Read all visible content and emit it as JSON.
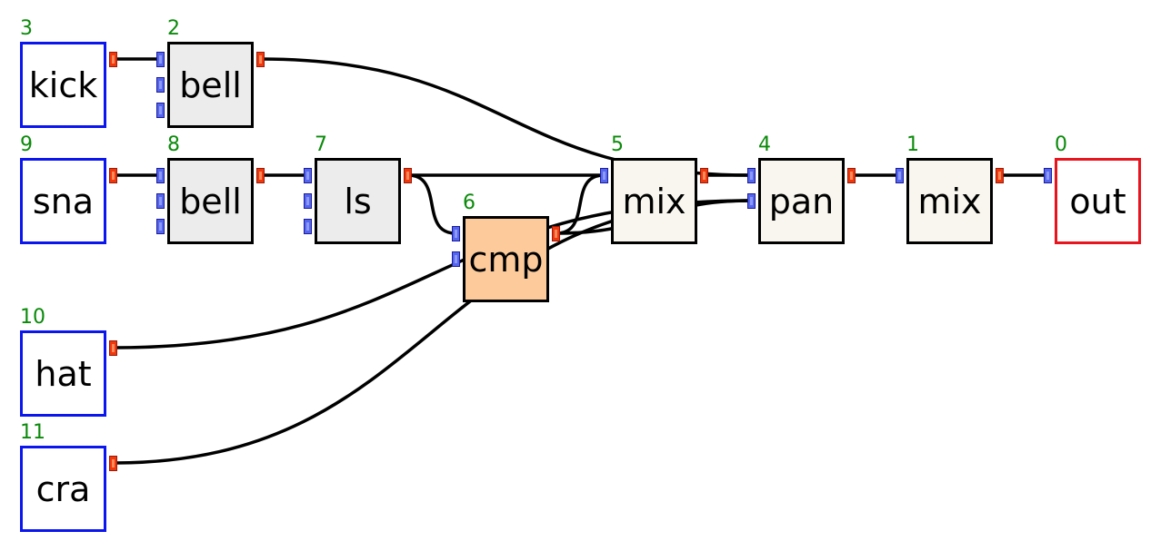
{
  "diagram": {
    "nodes": [
      {
        "id": "3",
        "label": "kick",
        "kind": "input"
      },
      {
        "id": "2",
        "label": "bell",
        "kind": "eq"
      },
      {
        "id": "9",
        "label": "sna",
        "kind": "input"
      },
      {
        "id": "8",
        "label": "bell",
        "kind": "eq"
      },
      {
        "id": "7",
        "label": "ls",
        "kind": "eq"
      },
      {
        "id": "6",
        "label": "cmp",
        "kind": "comp"
      },
      {
        "id": "5",
        "label": "mix",
        "kind": "mixer"
      },
      {
        "id": "4",
        "label": "pan",
        "kind": "mixer"
      },
      {
        "id": "1",
        "label": "mix",
        "kind": "mixer"
      },
      {
        "id": "0",
        "label": "out",
        "kind": "output"
      },
      {
        "id": "10",
        "label": "hat",
        "kind": "input"
      },
      {
        "id": "11",
        "label": "cra",
        "kind": "input"
      }
    ],
    "connections": [
      {
        "from": "3",
        "to": "2"
      },
      {
        "from": "9",
        "to": "8"
      },
      {
        "from": "8",
        "to": "7"
      },
      {
        "from": "7",
        "to": "6"
      },
      {
        "from": "7",
        "to": "5"
      },
      {
        "from": "6",
        "to": "5"
      },
      {
        "from": "2",
        "to": "4"
      },
      {
        "from": "5",
        "to": "4"
      },
      {
        "from": "6",
        "to": "4"
      },
      {
        "from": "10",
        "to": "4"
      },
      {
        "from": "11",
        "to": "4"
      },
      {
        "from": "4",
        "to": "1"
      },
      {
        "from": "1",
        "to": "0"
      }
    ],
    "colors": {
      "input_border": "#0b16ee",
      "output_border": "#e8141e",
      "eq_fill": "#ececec",
      "mixer_fill": "#f8f6ee",
      "comp_fill": "#fdcb9b",
      "id_text": "#0a8a0a",
      "in_port": "#5566ee",
      "out_port": "#f0380c"
    }
  }
}
